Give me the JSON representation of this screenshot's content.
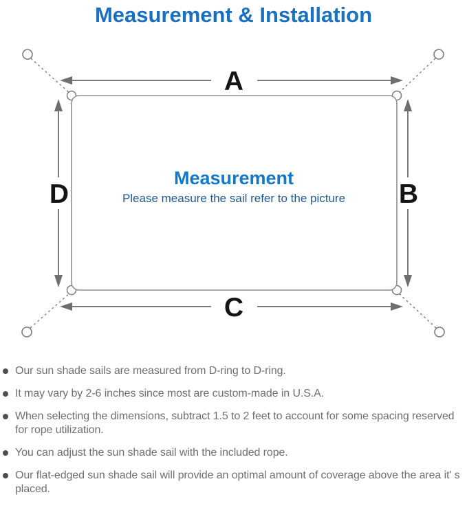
{
  "header": {
    "title": "Measurement & Installation"
  },
  "diagram": {
    "labels": {
      "top": "A",
      "right": "B",
      "bottom": "C",
      "left": "D"
    },
    "center_title": "Measurement",
    "center_subtitle": "Please measure the sail refer to the picture"
  },
  "notes": [
    "Our sun shade sails are measured from D-ring to D-ring.",
    "It may vary by 2-6 inches since most are custom-made in U.S.A.",
    "When selecting the dimensions, subtract 1.5 to 2 feet to account for some spacing reserved for rope utilization.",
    "You can adjust the sun shade sail with the included rope.",
    "Our flat-edged sun shade sail will provide an optimal amount of coverage above the area it' s placed."
  ],
  "colors": {
    "title_blue": "#1a70c0",
    "center_title_blue": "#1478c8",
    "center_subtitle_blue": "#21598f",
    "note_text_gray": "#6f6f6f",
    "line_gray": "#7a7a7a",
    "label_black": "#141414"
  }
}
